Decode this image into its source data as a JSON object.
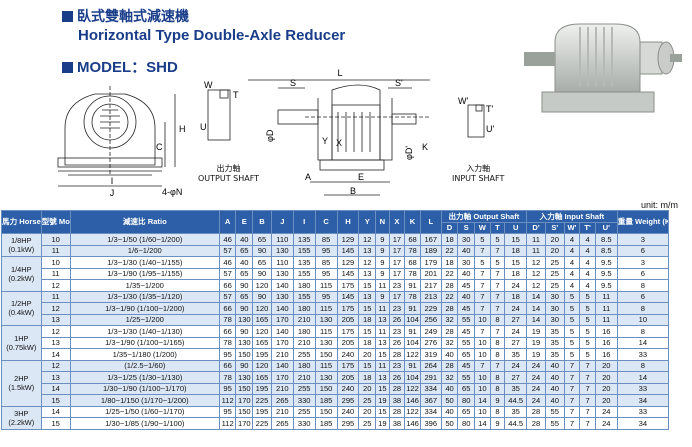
{
  "title_cn": "臥式雙軸式減速機",
  "title_en": "Horizontal Type Double-Axle Reducer",
  "model_label": "MODEL：SHD",
  "unit_label": "unit: m/m",
  "captions": {
    "output_cn": "出力軸",
    "output_en": "OUTPUT SHAFT",
    "input_cn": "入力軸",
    "input_en": "INPUT SHAFT"
  },
  "dim_labels": {
    "L": "L",
    "S": "S",
    "S_prime": "S'",
    "H": "H",
    "C": "C",
    "J": "J",
    "I": "I",
    "N": "4-φN",
    "A": "A",
    "B": "B",
    "E": "E",
    "K": "K",
    "X": "X",
    "Y": "Y",
    "W": "W",
    "T": "T",
    "U": "U",
    "D": "φD",
    "W_prime": "W'",
    "T_prime": "T'",
    "U_prime": "U'",
    "D_prime": "φD'"
  },
  "header": {
    "hp": "馬力 Horse Power",
    "model": "型號 Model",
    "ratio": "減速比 Ratio",
    "cols": [
      "A",
      "E",
      "B",
      "J",
      "I",
      "C",
      "H",
      "Y",
      "N",
      "X",
      "K",
      "L"
    ],
    "output_group": "出力軸 Output Shaft",
    "output_cols": [
      "D",
      "S",
      "W",
      "T",
      "U"
    ],
    "input_group": "入力軸 Input Shaft",
    "input_cols": [
      "D'",
      "S'",
      "W'",
      "T'",
      "U'"
    ],
    "weight": "重量 Weight (KG)"
  },
  "groups": [
    {
      "hp": "1/8HP",
      "kw": "(0.1kW)",
      "rows": [
        {
          "model": "10",
          "ratio": "1/3~1/50 (1/60~1/200)",
          "v": [
            "46",
            "40",
            "65",
            "110",
            "135",
            "85",
            "129",
            "12",
            "9",
            "17",
            "68",
            "167",
            "18",
            "30",
            "5",
            "5",
            "15",
            "11",
            "20",
            "4",
            "4",
            "8.5",
            "3"
          ]
        },
        {
          "model": "11",
          "ratio": "1/6~1/200",
          "v": [
            "57",
            "65",
            "90",
            "130",
            "155",
            "95",
            "145",
            "13",
            "9",
            "17",
            "78",
            "189",
            "22",
            "40",
            "7",
            "7",
            "18",
            "11",
            "20",
            "4",
            "4",
            "8.5",
            "6"
          ]
        }
      ]
    },
    {
      "hp": "1/4HP",
      "kw": "(0.2kW)",
      "rows": [
        {
          "model": "10",
          "ratio": "1/3~1/30 (1/40~1/155)",
          "v": [
            "46",
            "40",
            "65",
            "110",
            "135",
            "85",
            "129",
            "12",
            "9",
            "17",
            "68",
            "179",
            "18",
            "30",
            "5",
            "5",
            "15",
            "12",
            "25",
            "4",
            "4",
            "9.5",
            "3"
          ]
        },
        {
          "model": "11",
          "ratio": "1/3~1/90 (1/95~1/155)",
          "v": [
            "57",
            "65",
            "90",
            "130",
            "155",
            "95",
            "145",
            "13",
            "9",
            "17",
            "78",
            "201",
            "22",
            "40",
            "7",
            "7",
            "18",
            "12",
            "25",
            "4",
            "4",
            "9.5",
            "6"
          ]
        },
        {
          "model": "12",
          "ratio": "1/35~1/200",
          "v": [
            "66",
            "90",
            "120",
            "140",
            "180",
            "115",
            "175",
            "15",
            "11",
            "23",
            "91",
            "217",
            "28",
            "45",
            "7",
            "7",
            "24",
            "12",
            "25",
            "4",
            "4",
            "9.5",
            "8"
          ]
        }
      ]
    },
    {
      "hp": "1/2HP",
      "kw": "(0.4kW)",
      "rows": [
        {
          "model": "11",
          "ratio": "1/3~1/30 (1/35~1/120)",
          "v": [
            "57",
            "65",
            "90",
            "130",
            "155",
            "95",
            "145",
            "13",
            "9",
            "17",
            "78",
            "213",
            "22",
            "40",
            "7",
            "7",
            "18",
            "14",
            "30",
            "5",
            "5",
            "11",
            "6"
          ]
        },
        {
          "model": "12",
          "ratio": "1/3~1/90 (1/100~1/200)",
          "v": [
            "66",
            "90",
            "120",
            "140",
            "180",
            "115",
            "175",
            "15",
            "11",
            "23",
            "91",
            "229",
            "28",
            "45",
            "7",
            "7",
            "24",
            "14",
            "30",
            "5",
            "5",
            "11",
            "8"
          ]
        },
        {
          "model": "13",
          "ratio": "1/25~1/200",
          "v": [
            "78",
            "130",
            "165",
            "170",
            "210",
            "130",
            "205",
            "18",
            "13",
            "26",
            "104",
            "256",
            "32",
            "55",
            "10",
            "8",
            "27",
            "14",
            "30",
            "5",
            "5",
            "11",
            "10"
          ]
        }
      ]
    },
    {
      "hp": "1HP",
      "kw": "(0.75kW)",
      "rows": [
        {
          "model": "12",
          "ratio": "1/3~1/30 (1/40~1/130)",
          "v": [
            "66",
            "90",
            "120",
            "140",
            "180",
            "115",
            "175",
            "15",
            "11",
            "23",
            "91",
            "249",
            "28",
            "45",
            "7",
            "7",
            "24",
            "19",
            "35",
            "5",
            "5",
            "16",
            "8"
          ]
        },
        {
          "model": "13",
          "ratio": "1/3~1/90 (1/100~1/165)",
          "v": [
            "78",
            "130",
            "165",
            "170",
            "210",
            "130",
            "205",
            "18",
            "13",
            "26",
            "104",
            "276",
            "32",
            "55",
            "10",
            "8",
            "27",
            "19",
            "35",
            "5",
            "5",
            "16",
            "14"
          ]
        },
        {
          "model": "14",
          "ratio": "1/35~1/180 (1/200)",
          "v": [
            "95",
            "150",
            "195",
            "210",
            "255",
            "150",
            "240",
            "20",
            "15",
            "28",
            "122",
            "319",
            "40",
            "65",
            "10",
            "8",
            "35",
            "19",
            "35",
            "5",
            "5",
            "16",
            "33"
          ]
        }
      ]
    },
    {
      "hp": "2HP",
      "kw": "(1.5kW)",
      "rows": [
        {
          "model": "12",
          "ratio": "(1/2.5~1/60)",
          "v": [
            "66",
            "90",
            "120",
            "140",
            "180",
            "115",
            "175",
            "15",
            "11",
            "23",
            "91",
            "264",
            "28",
            "45",
            "7",
            "7",
            "24",
            "24",
            "40",
            "7",
            "7",
            "20",
            "8"
          ]
        },
        {
          "model": "13",
          "ratio": "1/3~1/25 (1/30~1/130)",
          "v": [
            "78",
            "130",
            "165",
            "170",
            "210",
            "130",
            "205",
            "18",
            "13",
            "26",
            "104",
            "291",
            "32",
            "55",
            "10",
            "8",
            "27",
            "24",
            "40",
            "7",
            "7",
            "20",
            "14"
          ]
        },
        {
          "model": "14",
          "ratio": "1/30~1/90 (1/100~1/170)",
          "v": [
            "95",
            "150",
            "195",
            "210",
            "255",
            "150",
            "240",
            "20",
            "15",
            "28",
            "122",
            "334",
            "40",
            "65",
            "10",
            "8",
            "35",
            "24",
            "40",
            "7",
            "7",
            "20",
            "33"
          ]
        },
        {
          "model": "15",
          "ratio": "1/80~1/150 (1/170~1/200)",
          "v": [
            "112",
            "170",
            "225",
            "265",
            "330",
            "185",
            "295",
            "25",
            "19",
            "38",
            "146",
            "367",
            "50",
            "80",
            "14",
            "9",
            "44.5",
            "24",
            "40",
            "7",
            "7",
            "20",
            "34"
          ]
        }
      ]
    },
    {
      "hp": "3HP",
      "kw": "(2.2kW)",
      "rows": [
        {
          "model": "14",
          "ratio": "1/25~1/50 (1/60~1/170)",
          "v": [
            "95",
            "150",
            "195",
            "210",
            "255",
            "150",
            "240",
            "20",
            "15",
            "28",
            "122",
            "334",
            "40",
            "65",
            "10",
            "8",
            "35",
            "28",
            "55",
            "7",
            "7",
            "24",
            "33"
          ]
        },
        {
          "model": "15",
          "ratio": "1/30~1/85 (1/90~1/100)",
          "v": [
            "112",
            "170",
            "225",
            "265",
            "330",
            "185",
            "295",
            "25",
            "19",
            "38",
            "146",
            "396",
            "50",
            "80",
            "14",
            "9",
            "44.5",
            "28",
            "55",
            "7",
            "7",
            "24",
            "34"
          ]
        }
      ]
    }
  ]
}
